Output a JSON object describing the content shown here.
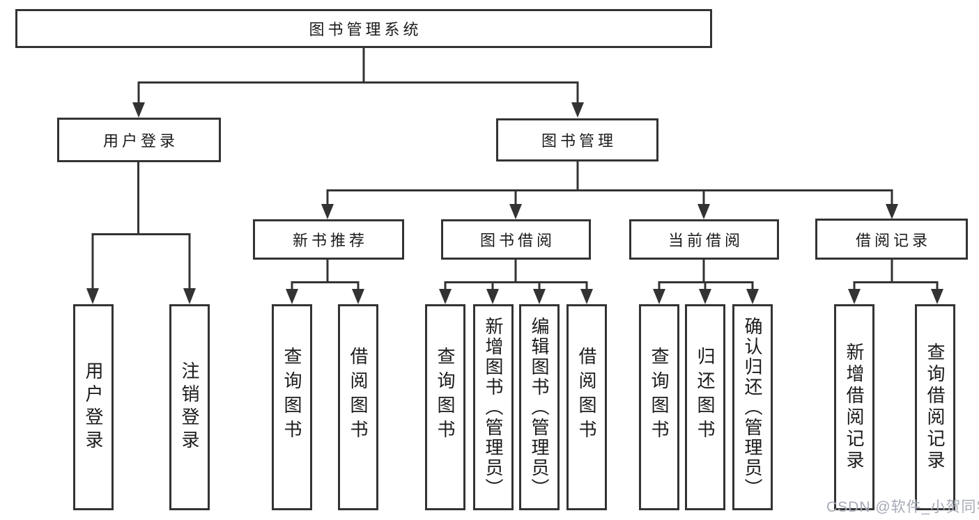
{
  "colors": {
    "line": "#333333",
    "text": "#1b1b1b",
    "background": "#ffffff",
    "watermark": "#a6aab6"
  },
  "watermark": {
    "text": "CSDN @软件_小贺同学"
  },
  "tree": {
    "root": {
      "label": "图书管理系统"
    },
    "level2": [
      {
        "label": "用户登录"
      },
      {
        "label": "图书管理"
      }
    ],
    "level3": [
      {
        "label": "新书推荐"
      },
      {
        "label": "图书借阅"
      },
      {
        "label": "当前借阅"
      },
      {
        "label": "借阅记录"
      }
    ],
    "leaves": {
      "user": [
        "用户登录",
        "注销登录"
      ],
      "recommend": [
        "查询图书",
        "借阅图书"
      ],
      "borrow": [
        "查询图书",
        "新增图书（管理员）",
        "编辑图书（管理员）",
        "借阅图书"
      ],
      "current": [
        "查询图书",
        "归还图书",
        "确认归还（管理员）"
      ],
      "records": [
        "新增借阅记录",
        "查询借阅记录"
      ]
    }
  }
}
